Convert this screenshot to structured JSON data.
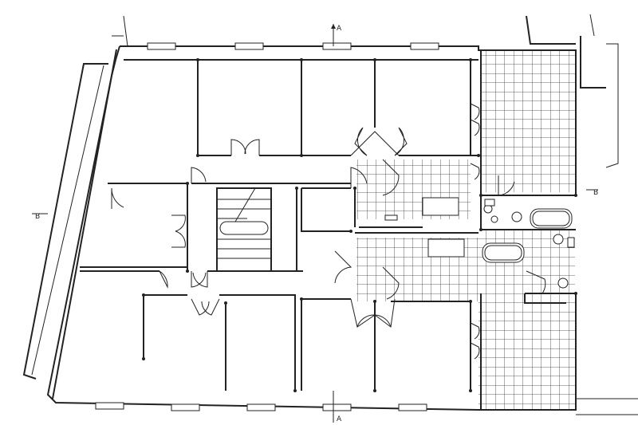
{
  "plan": {
    "section_markers": [
      "A",
      "A",
      "B",
      "B"
    ],
    "tile_color": "#333333",
    "line_color": "#222222",
    "background": "#ffffff"
  }
}
